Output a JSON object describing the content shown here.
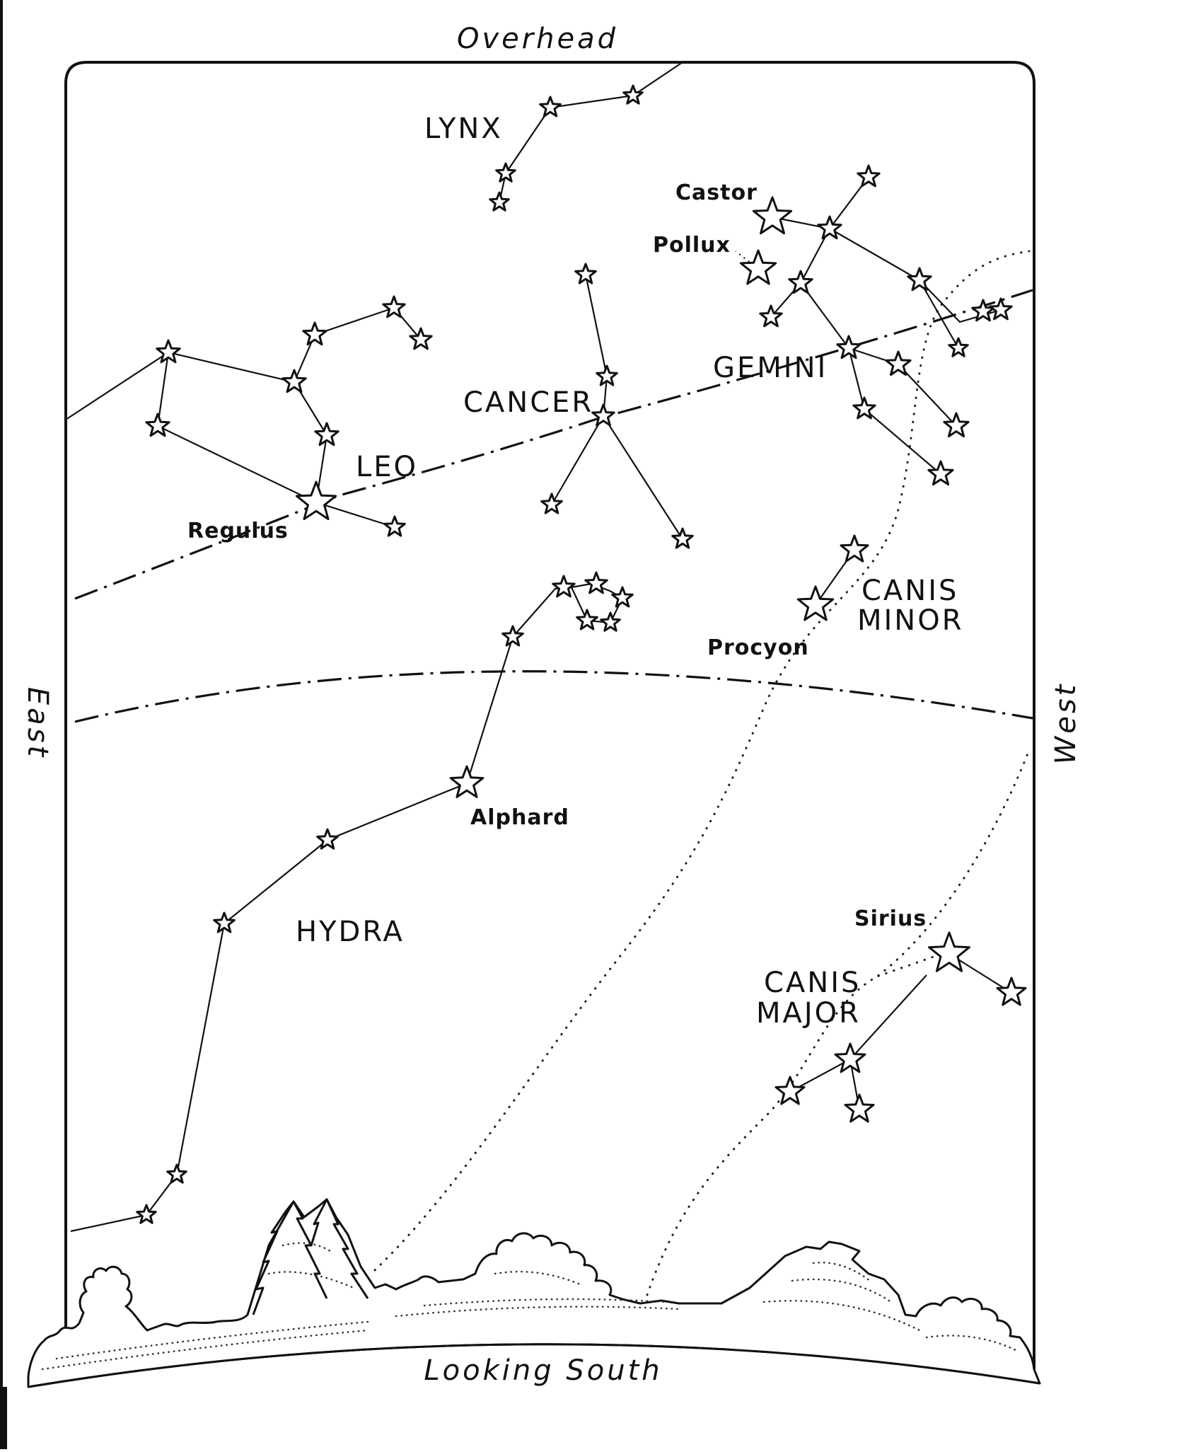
{
  "directions": {
    "top": "Overhead",
    "bottom": "Looking South",
    "left": "East",
    "right": "West"
  },
  "constellations": {
    "lynx": "LYNX",
    "gemini": "GEMINI",
    "cancer": "CANCER",
    "leo": "LEO",
    "canis_minor_1": "CANIS",
    "canis_minor_2": "MINOR",
    "hydra": "HYDRA",
    "canis_major_1": "CANIS",
    "canis_major_2": "MAJOR"
  },
  "stars": {
    "castor": "Castor",
    "pollux": "Pollux",
    "regulus": "Regulus",
    "procyon": "Procyon",
    "alphard": "Alphard",
    "sirius": "Sirius"
  }
}
